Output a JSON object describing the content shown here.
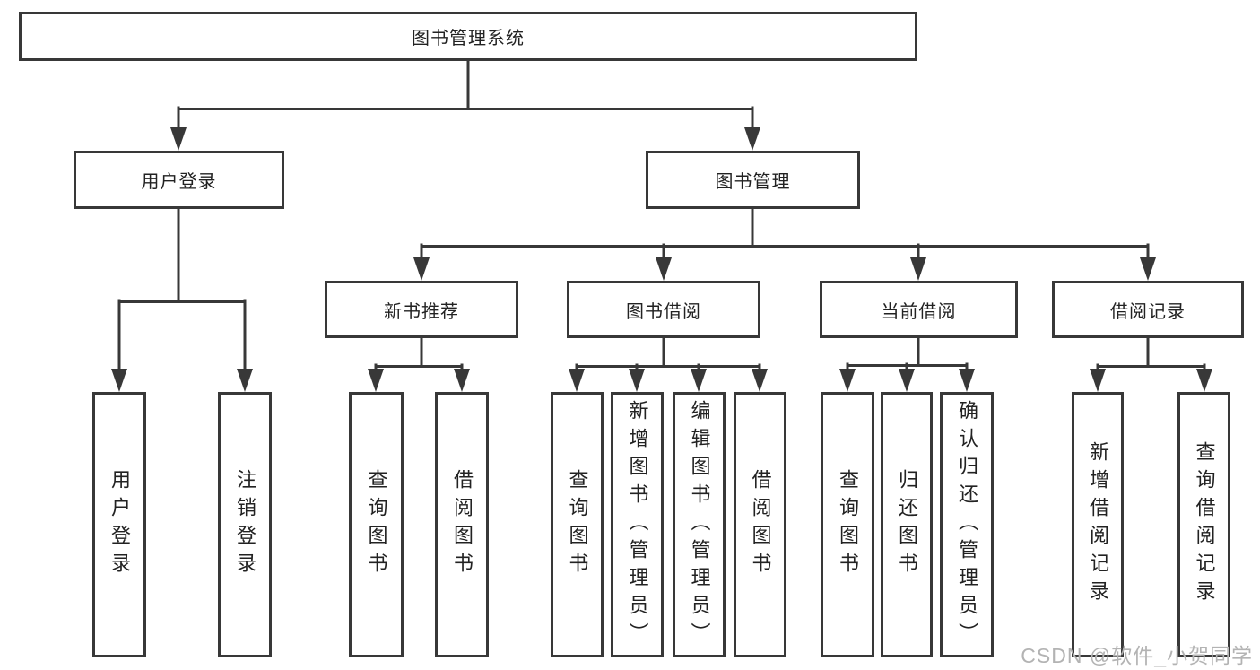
{
  "tree": {
    "label": "图书管理系统",
    "children": [
      {
        "label": "用户登录",
        "children": [
          {
            "label": "用户登录"
          },
          {
            "label": "注销登录"
          }
        ]
      },
      {
        "label": "图书管理",
        "children": [
          {
            "label": "新书推荐",
            "children": [
              {
                "label": "查询图书"
              },
              {
                "label": "借阅图书"
              }
            ]
          },
          {
            "label": "图书借阅",
            "children": [
              {
                "label": "查询图书"
              },
              {
                "label": "新增图书（管理员）"
              },
              {
                "label": "编辑图书（管理员）"
              },
              {
                "label": "借阅图书"
              }
            ]
          },
          {
            "label": "当前借阅",
            "children": [
              {
                "label": "查询图书"
              },
              {
                "label": "归还图书"
              },
              {
                "label": "确认归还（管理员）"
              }
            ]
          },
          {
            "label": "借阅记录",
            "children": [
              {
                "label": "新增借阅记录"
              },
              {
                "label": "查询借阅记录"
              }
            ]
          }
        ]
      }
    ]
  },
  "colors": {
    "line": "#383838",
    "text": "#222222",
    "watermark": "#b3b3b3",
    "background": "#ffffff"
  },
  "watermark": {
    "text": "CSDN @软件_小贺同学"
  }
}
